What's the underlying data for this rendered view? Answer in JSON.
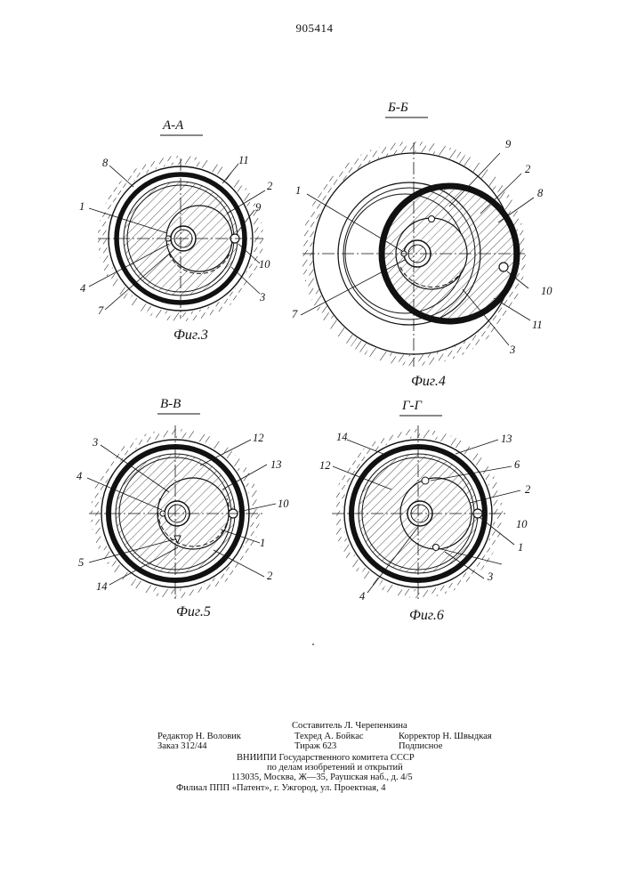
{
  "page_number": "905414",
  "figures": [
    {
      "section": "А-А",
      "caption": "Фиг.3",
      "labels": [
        "8",
        "11",
        "2",
        "1",
        "9",
        "10",
        "4",
        "7",
        "3"
      ]
    },
    {
      "section": "Б-Б",
      "caption": "Фиг.4",
      "labels": [
        "9",
        "2",
        "8",
        "1",
        "10",
        "7",
        "11",
        "3"
      ]
    },
    {
      "section": "В-В",
      "caption": "Фиг.5",
      "labels": [
        "3",
        "12",
        "4",
        "13",
        "10",
        "5",
        "1",
        "14",
        "2"
      ]
    },
    {
      "section": "Г-Г",
      "caption": "Фиг.6",
      "labels": [
        "14",
        "13",
        "12",
        "6",
        "2",
        "10",
        "1",
        "4",
        "3"
      ]
    }
  ],
  "footer": {
    "compiler": "Составитель Л. Черепенкина",
    "editor": "Редактор Н. Воловик",
    "techred": "Техред А. Бойкас",
    "corrector": "Корректор Н. Швыдкая",
    "order": "Заказ 312/44",
    "circulation": "Тираж 623",
    "subscription": "Подписное",
    "org_line1": "ВНИИПИ Государственного комитета СССР",
    "org_line2": "по делам изобретений и открытий",
    "org_line3": "113035, Москва, Ж—35, Раушская наб., д. 4/5",
    "branch": "Филиал ППП «Патент», г. Ужгород, ул. Проектная, 4"
  }
}
